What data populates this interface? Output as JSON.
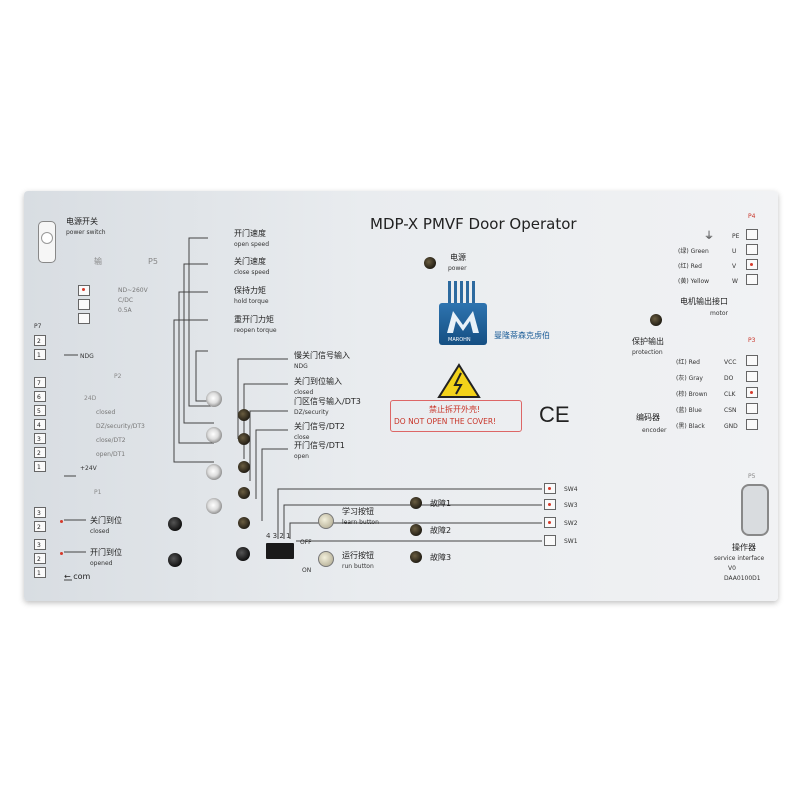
{
  "title": "MDP-X  PMVF Door Operator",
  "power_switch": {
    "cn": "电源开关",
    "en": "power switch"
  },
  "power_supply": {
    "cn": "输",
    "p5": "P5",
    "voltage": "ND~260V",
    "ac": "C/DC",
    "current": "0.5A"
  },
  "p7": {
    "label": "P7",
    "terminals": [
      "2",
      "1"
    ],
    "signal": "NDG"
  },
  "p2": {
    "label": "P2",
    "terminals": [
      "7",
      "6",
      "5",
      "4",
      "3",
      "2",
      "1"
    ],
    "signals": [
      "24D",
      "closed",
      "DZ/security/DT3",
      "close/DT2",
      "open/DT1",
      "+24V"
    ]
  },
  "p1": {
    "label": "P1",
    "groups": [
      {
        "terminals": [
          "3",
          "2"
        ],
        "cn": "关门到位",
        "en": "closed"
      },
      {
        "terminals": [
          "3",
          "2",
          "1"
        ],
        "cn": "开门到位",
        "en": "opened",
        "com": "com"
      }
    ]
  },
  "pots": [
    {
      "cn": "开门速度",
      "en": "open speed"
    },
    {
      "cn": "关门速度",
      "en": "close speed"
    },
    {
      "cn": "保持力矩",
      "en": "hold torque"
    },
    {
      "cn": "重开门力矩",
      "en": "reopen torque"
    }
  ],
  "inputs": [
    {
      "cn": "慢关门信号输入",
      "en": "NDG"
    },
    {
      "cn": "关门到位输入",
      "en": "closed"
    },
    {
      "cn": "门区信号输入/DT3",
      "en": "DZ/security"
    },
    {
      "cn": "关门信号/DT2",
      "en": "close"
    },
    {
      "cn": "开门信号/DT1",
      "en": "open"
    }
  ],
  "dip": {
    "numbers": "4 3 2 1",
    "off": "OFF",
    "on": "ON"
  },
  "buttons": [
    {
      "cn": "学习按钮",
      "en": "learn button"
    },
    {
      "cn": "运行按钮",
      "en": "run button"
    }
  ],
  "faults": [
    "故障1",
    "故障2",
    "故障3"
  ],
  "switches": [
    "SW4",
    "SW3",
    "SW2",
    "SW1"
  ],
  "power_led": {
    "cn": "电源",
    "en": "power"
  },
  "brand": {
    "logo_text": "MAROHN",
    "cn": "曼隆蒂森克虏伯"
  },
  "warning": {
    "cn": "禁止拆开外壳!",
    "en": "DO NOT OPEN THE COVER!"
  },
  "ce": "CE",
  "protection": {
    "cn": "保护输出",
    "en": "protection"
  },
  "p4": {
    "label": "P4",
    "rows": [
      {
        "wire": "",
        "name": "PE"
      },
      {
        "wire": "(绿) Green",
        "name": "U"
      },
      {
        "wire": "(红) Red",
        "name": "V"
      },
      {
        "wire": "(黄) Yellow",
        "name": "W"
      }
    ],
    "motor_cn": "电机输出接口",
    "motor_en": "motor"
  },
  "p3": {
    "label": "P3",
    "rows": [
      {
        "wire": "(红) Red",
        "name": "VCC"
      },
      {
        "wire": "(灰) Gray",
        "name": "DO"
      },
      {
        "wire": "(棕) Brown",
        "name": "CLK"
      },
      {
        "wire": "(蓝) Blue",
        "name": "CSN"
      },
      {
        "wire": "(黑) Black",
        "name": "GND"
      }
    ],
    "encoder_cn": "编码器",
    "encoder_en": "encoder"
  },
  "p5r": {
    "label": "P5",
    "cn": "操作器",
    "en": "service interface",
    "code": "V0",
    "serial": "DAA0100D1"
  },
  "colors": {
    "panel": "#e9ecef",
    "warning_red": "#c83428",
    "logo_blue": "#1f5f99",
    "hazard_yellow": "#f3d21a"
  }
}
